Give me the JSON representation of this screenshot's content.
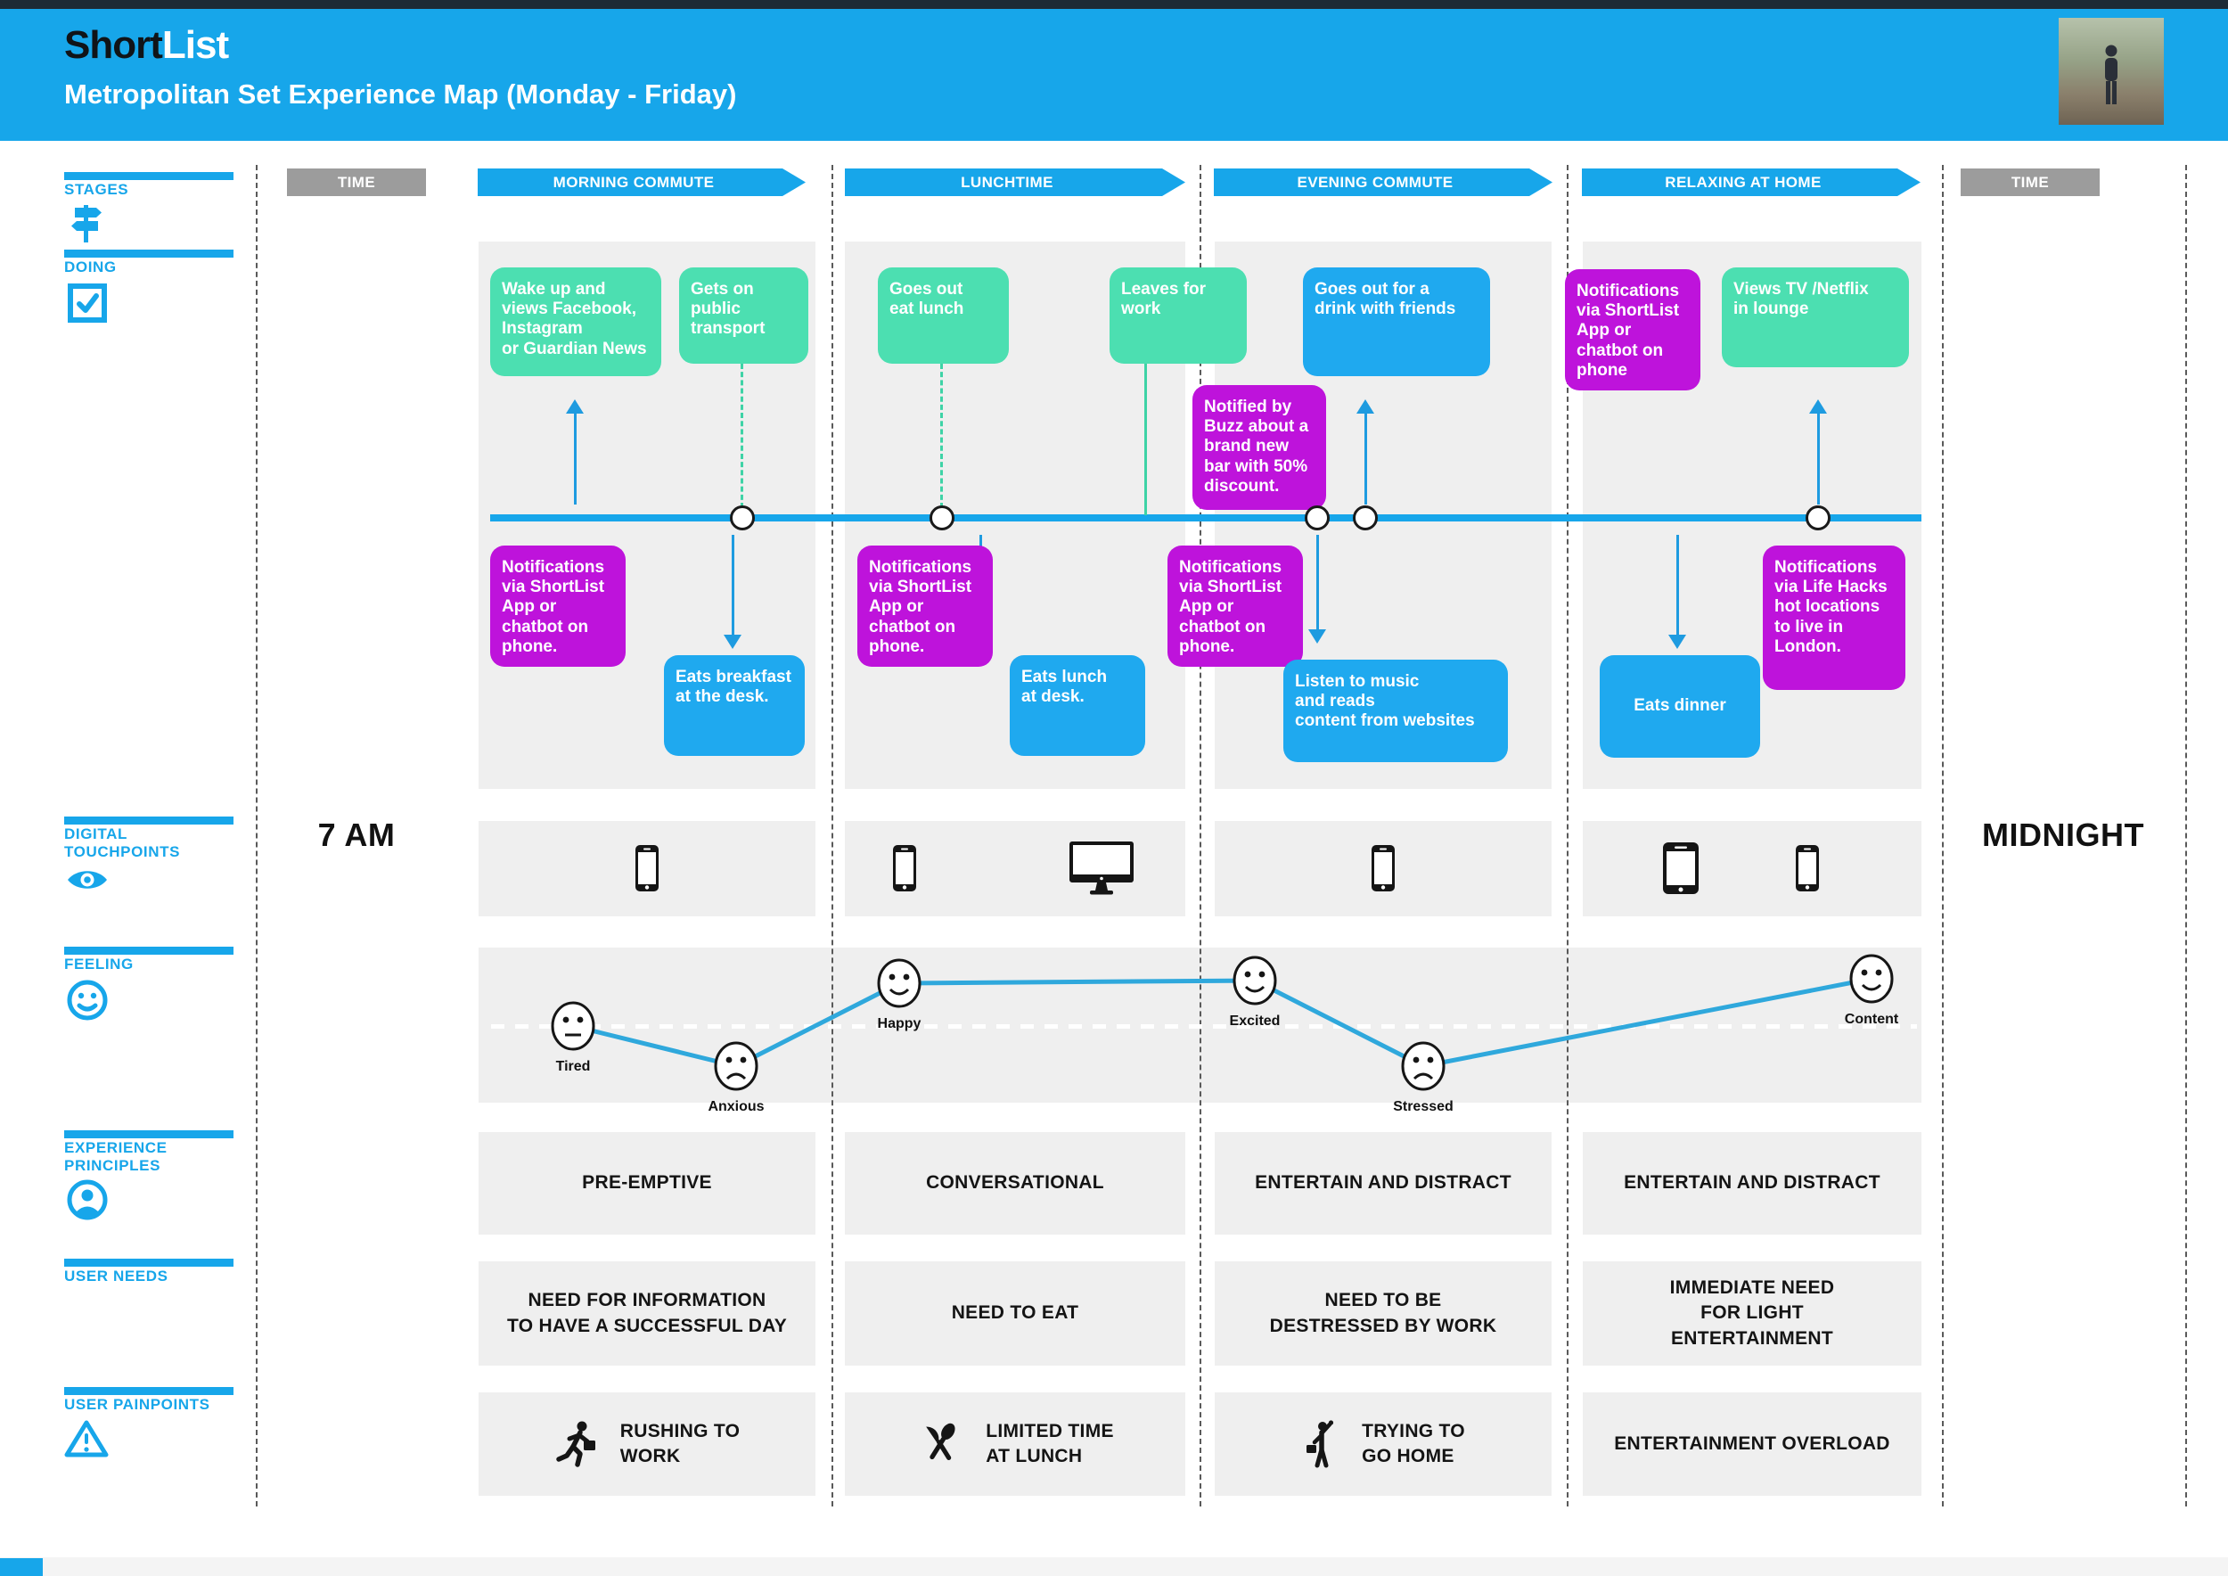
{
  "header": {
    "logo_part1": "Short",
    "logo_part2": "List",
    "title": "Metropolitan Set Experience Map (Monday - Friday)"
  },
  "sidebar": {
    "sections": [
      {
        "label": "STAGES",
        "icon": "signpost-icon"
      },
      {
        "label": "DOING",
        "icon": "checkbox-icon"
      },
      {
        "label": "DIGITAL\nTOUCHPOINTS",
        "icon": "eye-icon"
      },
      {
        "label": "FEELING",
        "icon": "smiley-icon"
      },
      {
        "label": "EXPERIENCE\nPRINCIPLES",
        "icon": "person-icon"
      },
      {
        "label": "USER NEEDS",
        "icon": ""
      },
      {
        "label": "USER PAINPOINTS",
        "icon": "warning-icon"
      }
    ]
  },
  "time": {
    "label_left": "TIME",
    "label_right": "TIME",
    "start": "7 AM",
    "end": "MIDNIGHT"
  },
  "stages": [
    "MORNING COMMUTE",
    "LUNCHTIME",
    "EVENING COMMUTE",
    "RELAXING AT HOME"
  ],
  "doing": {
    "morning_wake": "Wake up and\nviews Facebook,\nInstagram\nor Guardian News",
    "morning_transport": "Gets on\npublic\ntransport",
    "morning_notifications": "Notifications\nvia ShortList\nApp or\nchatbot on\nphone.",
    "morning_breakfast": "Eats breakfast\nat the desk.",
    "lunch_goes_out": "Goes out\neat lunch",
    "lunch_leaves_for_work": "Leaves for\nwork",
    "lunch_notifications": "Notifications\nvia ShortList\nApp or\nchatbot on\nphone.",
    "lunch_eats": "Eats lunch\nat desk.",
    "evening_buzz": "Notified by\nBuzz about a\nbrand new\nbar with 50%\ndiscount.",
    "evening_drink": "Goes out for a\ndrink with friends",
    "evening_notifications": "Notifications\nvia ShortList\nApp or\nchatbot on\nphone.",
    "evening_listen": "Listen to music\nand reads\ncontent from websites",
    "relax_notifications": "Notifications\nvia ShortList\nApp or\nchatbot on\nphone",
    "relax_tv": "Views TV /Netflix\nin lounge",
    "relax_dinner": "Eats dinner",
    "relax_lifehacks": "Notifications\nvia Life Hacks\nhot locations\nto live in\nLondon."
  },
  "touchpoints": {
    "morning": [
      "smartphone"
    ],
    "lunch": [
      "smartphone",
      "desktop"
    ],
    "evening": [
      "smartphone"
    ],
    "relaxing": [
      "tablet",
      "smartphone"
    ]
  },
  "feelings": [
    {
      "label": "Tired",
      "mood": "neutral"
    },
    {
      "label": "Anxious",
      "mood": "sad"
    },
    {
      "label": "Happy",
      "mood": "happy"
    },
    {
      "label": "Excited",
      "mood": "happy"
    },
    {
      "label": "Stressed",
      "mood": "sad"
    },
    {
      "label": "Content",
      "mood": "happy"
    }
  ],
  "principles": [
    "PRE-EMPTIVE",
    "CONVERSATIONAL",
    "ENTERTAIN AND DISTRACT",
    "ENTERTAIN AND DISTRACT"
  ],
  "needs": [
    "NEED FOR INFORMATION\nTO HAVE A SUCCESSFUL DAY",
    "NEED TO EAT",
    "NEED TO BE\nDESTRESSED BY WORK",
    "IMMEDIATE NEED\nFOR LIGHT\nENTERTAINMENT"
  ],
  "painpoints": [
    {
      "label": "RUSHING TO\nWORK",
      "icon": "running-person-icon"
    },
    {
      "label": "LIMITED TIME\nAT LUNCH",
      "icon": "cutlery-icon"
    },
    {
      "label": "TRYING TO\nGO HOME",
      "icon": "hailing-person-icon"
    },
    {
      "label": "ENTERTAINMENT OVERLOAD",
      "icon": ""
    }
  ],
  "colors": {
    "accent_cyan": "#17a6ea",
    "box_green": "#4cdfb1",
    "box_blue": "#1fa9ef",
    "box_magenta": "#be13db",
    "connector_teal": "#3ed3a6",
    "panel_gray": "#efefef",
    "time_gray": "#9c9c9c"
  }
}
